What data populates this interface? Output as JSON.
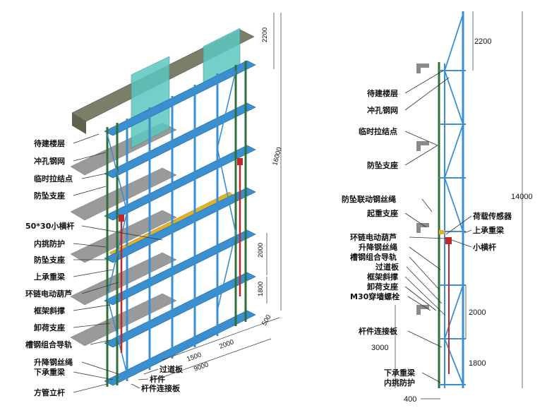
{
  "left_view": {
    "labels": [
      "待建楼层",
      "冲孔钢网",
      "临时拉结点",
      "防坠支座",
      "50*30小横杆",
      "内挑防护",
      "防坠支座",
      "上承重梁",
      "环链电动葫芦",
      "框架斜撑",
      "卸荷支座",
      "槽钢组合导轨",
      "升降钢丝绳",
      "下承重梁",
      "方管立杆"
    ],
    "bottom_labels": [
      "过道板",
      "杆件",
      "杆件连接板"
    ],
    "dims": {
      "top": "2200",
      "total": "16000",
      "mid": "2000",
      "low": "1800",
      "bottom": "500",
      "w1": "1500",
      "w2": "2000",
      "w3": "9000"
    }
  },
  "right_view": {
    "labels_left": [
      "待建楼层",
      "冲孔钢网",
      "临时拉结点",
      "防坠支座",
      "防坠联动钢丝绳",
      "起重支座",
      "环链电动葫芦",
      "升降钢丝绳",
      "槽钢组合导轨",
      "过道板",
      "框架斜撑",
      "卸荷支座",
      "M30穿墙螺栓",
      "杆件连接板",
      "下承重梁",
      "内挑防护"
    ],
    "labels_right": [
      "荷载传感器",
      "上承重梁",
      "小横杆"
    ],
    "dims": {
      "top": "2200",
      "total": "14000",
      "mid": "2000",
      "low": "1800",
      "side": "3000",
      "bottom": "400"
    }
  },
  "colors": {
    "frame": "#3a8fd0",
    "post": "#2e6f3a",
    "floor": "#8a8a8a",
    "mesh": "#5cc7c0",
    "board": "#e0b22a",
    "hoist": "#c0282a"
  }
}
